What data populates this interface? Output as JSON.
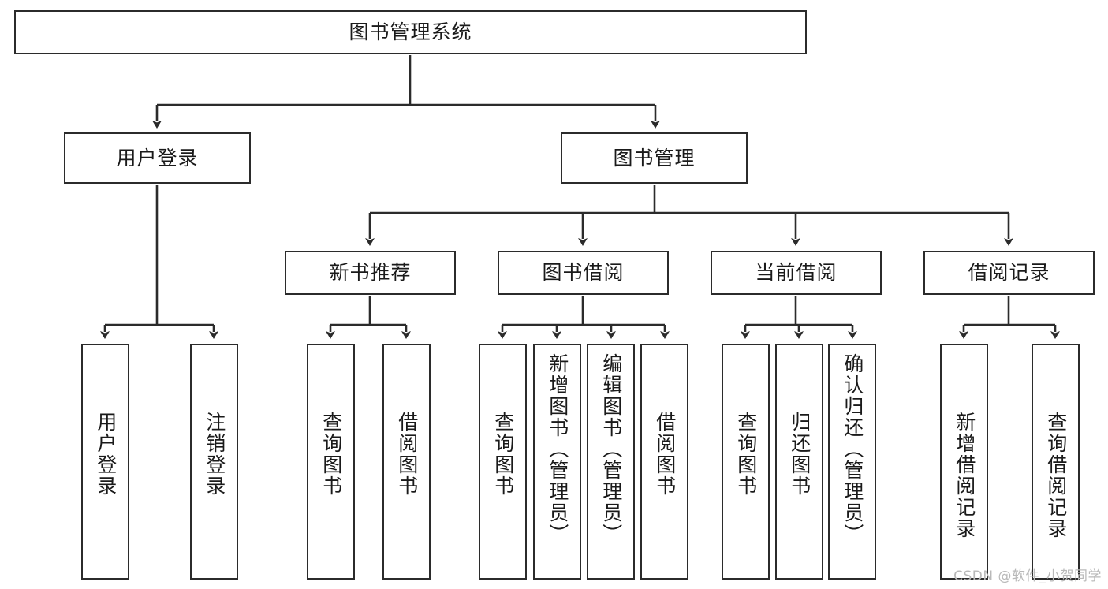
{
  "diagram": {
    "title_node": {
      "label": "图书管理系统"
    },
    "level2": [
      {
        "label": "用户登录"
      },
      {
        "label": "图书管理"
      }
    ],
    "level3": [
      {
        "label": "新书推荐"
      },
      {
        "label": "图书借阅"
      },
      {
        "label": "当前借阅"
      },
      {
        "label": "借阅记录"
      }
    ],
    "leaves": {
      "user_login": [
        {
          "label": "用户登录"
        },
        {
          "label": "注销登录"
        }
      ],
      "new_book_recommend": [
        {
          "label": "查询图书"
        },
        {
          "label": "借阅图书"
        }
      ],
      "book_borrow": [
        {
          "label": "查询图书"
        },
        {
          "label": "新增图书（管理员）"
        },
        {
          "label": "编辑图书（管理员）"
        },
        {
          "label": "借阅图书"
        }
      ],
      "current_borrow": [
        {
          "label": "查询图书"
        },
        {
          "label": "归还图书"
        },
        {
          "label": "确认归还（管理员）"
        }
      ],
      "borrow_record": [
        {
          "label": "新增借阅记录"
        },
        {
          "label": "查询借阅记录"
        }
      ]
    }
  },
  "watermark": {
    "text": "CSDN @软件_小贺同学"
  },
  "colors": {
    "background": "#ffffff",
    "border": "#2b2b2b",
    "text": "#1a1a1a",
    "watermark": "#b9b9b9"
  }
}
